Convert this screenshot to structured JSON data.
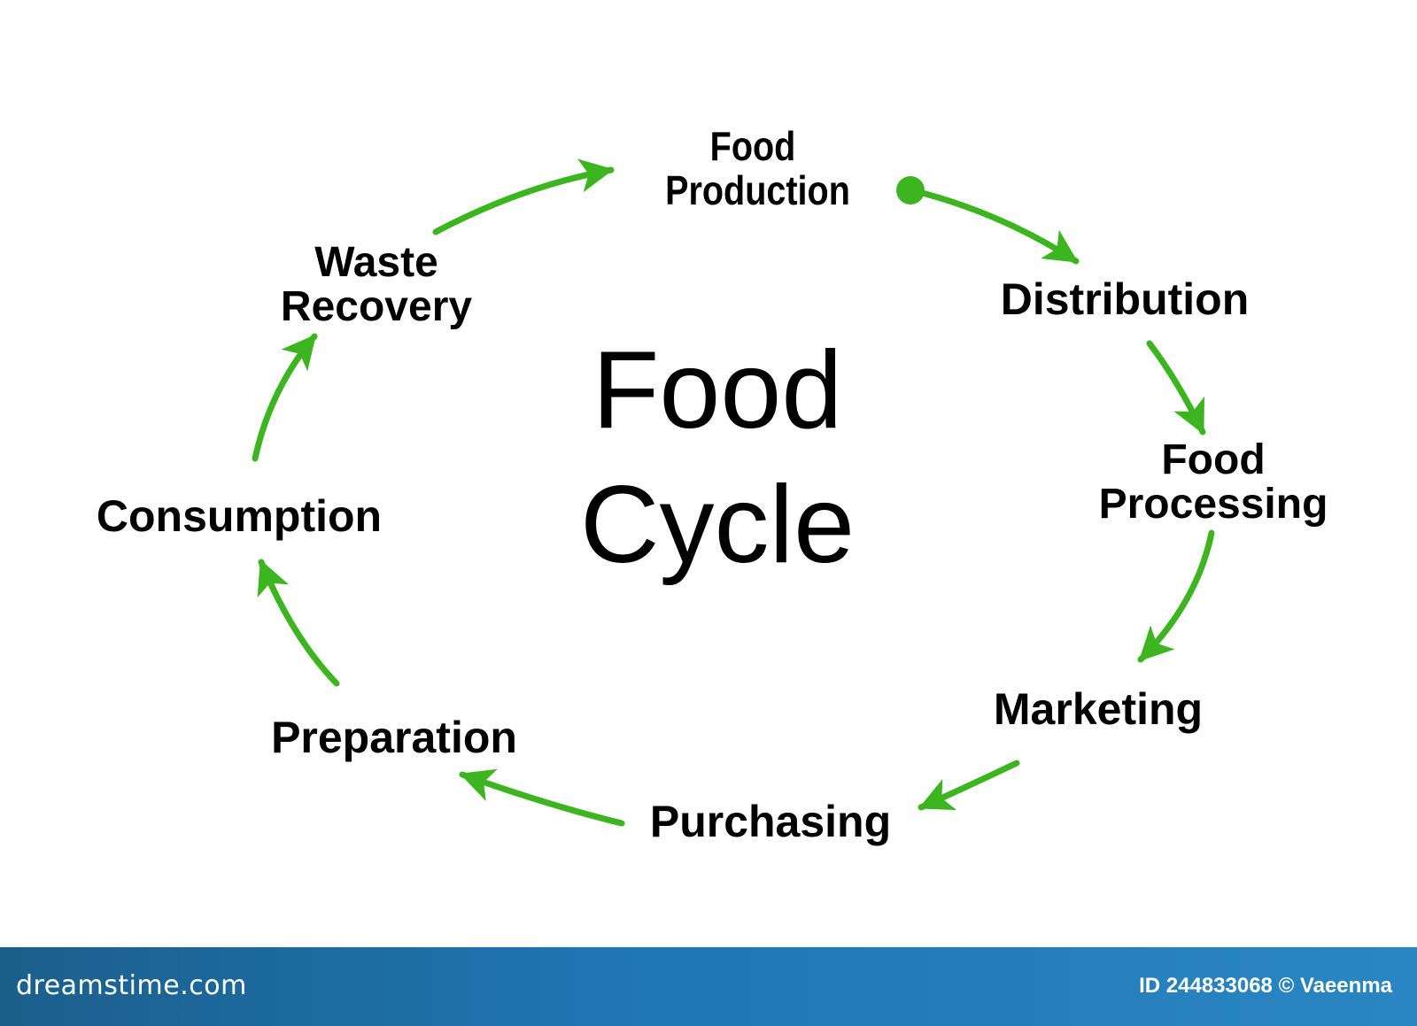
{
  "diagram": {
    "title_lines": [
      "Food",
      "Cycle"
    ],
    "stages": [
      {
        "id": "food-production",
        "lines": [
          "Food",
          "Production"
        ]
      },
      {
        "id": "distribution",
        "lines": [
          "Distribution"
        ]
      },
      {
        "id": "food-processing",
        "lines": [
          "Food",
          "Processing"
        ]
      },
      {
        "id": "marketing",
        "lines": [
          "Marketing"
        ]
      },
      {
        "id": "purchasing",
        "lines": [
          "Purchasing"
        ]
      },
      {
        "id": "preparation",
        "lines": [
          "Preparation"
        ]
      },
      {
        "id": "consumption",
        "lines": [
          "Consumption"
        ]
      },
      {
        "id": "waste-recovery",
        "lines": [
          "Waste",
          "Recovery"
        ]
      }
    ],
    "arrow_color": "#3cb521",
    "text_color": "#000000"
  },
  "footer": {
    "brand": "dreamstime.com",
    "credit": "ID 244833068 © Vaeenma",
    "background_color": "#1f77b4"
  }
}
